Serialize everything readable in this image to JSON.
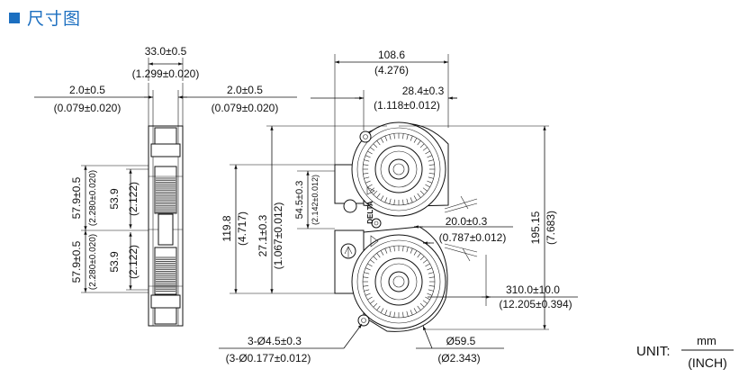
{
  "section_title": "尺寸图",
  "colors": {
    "accent": "#1c6fc0",
    "line": "#111111"
  },
  "side_view": {
    "top_width": [
      "33.0±0.5",
      "(1.299±0.020)"
    ],
    "left_wall": [
      "2.0±0.5",
      "(0.079±0.020)"
    ],
    "right_wall": [
      "2.0±0.5",
      "(0.079±0.020)"
    ],
    "outer_upper": [
      "57.9±0.5",
      "(2.280±0.020)"
    ],
    "inner_upper": [
      "53.9",
      "(2.122)"
    ],
    "outer_lower": [
      "57.9±0.5",
      "(2.280±0.020)"
    ],
    "inner_lower": [
      "53.9",
      "(2.122)"
    ]
  },
  "front_view": {
    "overall_width": [
      "108.6",
      "(4.276)"
    ],
    "offset_width": [
      "28.4±0.3",
      "(1.118±0.012)"
    ],
    "overall_height": [
      "195.15",
      "(7.683)"
    ],
    "body_height": [
      "119.8",
      "(4.717)"
    ],
    "center_height": [
      "27.1±0.3",
      "(1.067±0.012)"
    ],
    "bracket_height": [
      "54.5±0.3",
      "(2.142±0.012)"
    ],
    "gap": [
      "20.0±0.3",
      "(0.787±0.012)"
    ],
    "lead_length": [
      "310.0±10.0",
      "(12.205±0.394)"
    ],
    "holes": [
      "3-Ø4.5±0.3",
      "(3-Ø0.177±0.012)"
    ],
    "diameter": [
      "Ø59.5",
      "(Ø2.343)"
    ],
    "brand_mark": "DELTA"
  },
  "unit": {
    "label": "UNIT:",
    "numerator": "mm",
    "denominator": "(INCH)"
  }
}
